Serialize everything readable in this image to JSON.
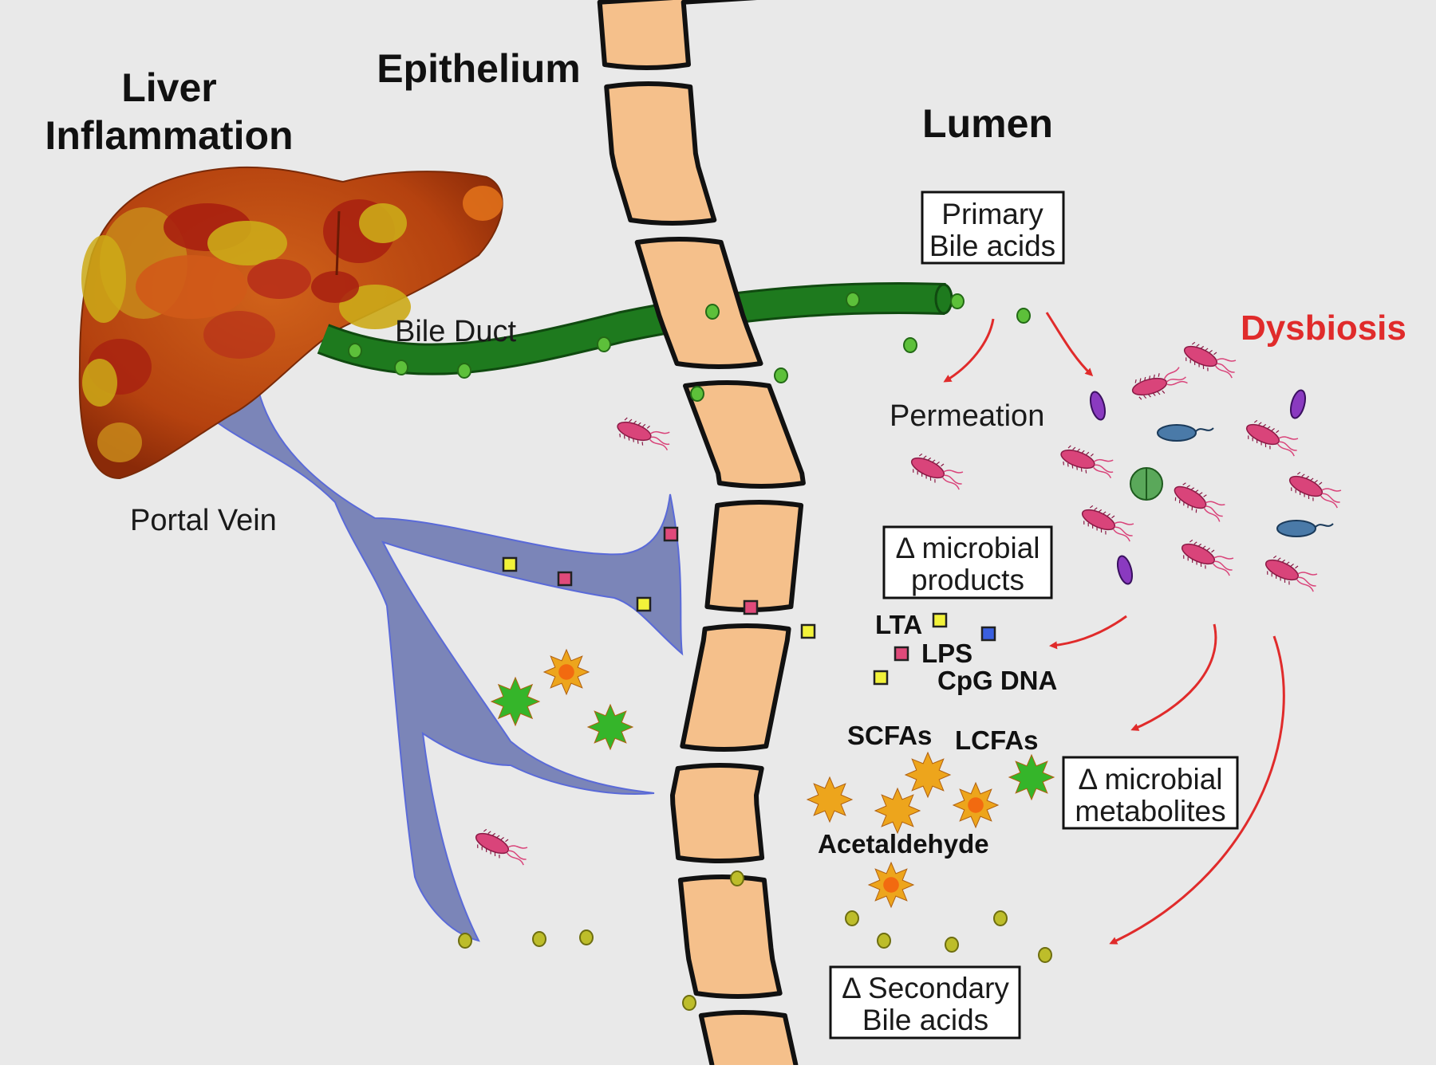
{
  "colors": {
    "background": "#e9e9e9",
    "epithelium": "#f5c08b",
    "bile_duct": "#1e7a1e",
    "portal_vein": "#7b85b8",
    "liver": "#b5420f",
    "bacteria": "#d9447a",
    "arrow": "#e02b2b",
    "dysbiosis_text": "#e02b2b",
    "scfa_star": "#eda51c",
    "lcfa_star": "#35b52a",
    "acetaldehyde_star": "#f26a10"
  },
  "titles": {
    "liver_line1": "Liver",
    "liver_line2": "Inflammation",
    "epithelium": "Epithelium",
    "lumen": "Lumen"
  },
  "labels": {
    "bile_duct": "Bile Duct",
    "portal_vein": "Portal Vein",
    "permeation": "Permeation",
    "dysbiosis": "Dysbiosis"
  },
  "boxes": {
    "primary_bile_acids": [
      "Primary",
      "Bile acids"
    ],
    "microbial_products": [
      "Δ microbial",
      "products"
    ],
    "microbial_metabolites": [
      "Δ microbial",
      "metabolites"
    ],
    "secondary_bile_acids": [
      "Δ Secondary",
      "Bile acids"
    ]
  },
  "molecules": {
    "lta": "LTA",
    "lps": "LPS",
    "cpg_dna": "CpG DNA",
    "scfas": "SCFAs",
    "lcfas": "LCFAs",
    "acetaldehyde": "Acetaldehyde"
  }
}
